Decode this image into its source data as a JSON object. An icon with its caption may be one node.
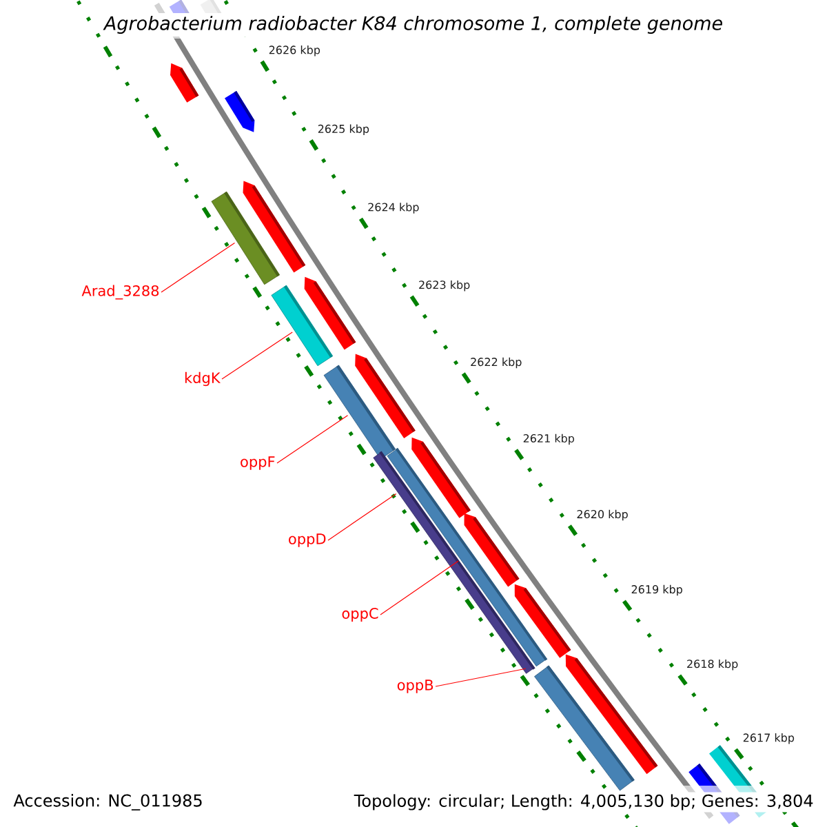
{
  "diagram": {
    "title": "Agrobacterium radiobacter K84 chromosome 1, complete genome",
    "nodes": [
      {
        "text": [
          "Arad_3288"
        ]
      },
      {
        "text": [],
        "shape": "bar"
      },
      {
        "text": [
          "kdgK"
        ]
      },
      {
        "text": [],
        "shape": "bar"
      },
      {
        "text": [
          "oppF"
        ]
      },
      {
        "text": [],
        "shape": "bar"
      },
      {
        "text": [
          "oppD"
        ]
      },
      {
        "text": [],
        "shape": "bar"
      },
      {
        "text": [
          "oppC"
        ]
      },
      {
        "text": [],
        "shape": "bar"
      },
      {
        "text": [
          "oppB"
        ]
      },
      {
        "text": [],
        "shape": "bar"
      }
    ],
    "edges": [
      {
        "from": 0,
        "to": 1,
        "arrow": "none"
      },
      {
        "from": 2,
        "to": 3,
        "arrow": "none"
      },
      {
        "from": 4,
        "to": 5,
        "arrow": "none"
      },
      {
        "from": 6,
        "to": 7,
        "arrow": "none"
      },
      {
        "from": 8,
        "to": 9,
        "arrow": "none"
      },
      {
        "from": 10,
        "to": 11,
        "arrow": "none"
      }
    ],
    "labels": [
      "2626 kbp",
      "2625 kbp",
      "2624 kbp",
      "2623 kbp",
      "2622 kbp",
      "2621 kbp",
      "2620 kbp",
      "2619 kbp",
      "2618 kbp",
      "2617 kbp",
      "Accession: NC_011985",
      "Topology: circular; Length: 4,005,130 bp; Genes: 3,804"
    ]
  }
}
